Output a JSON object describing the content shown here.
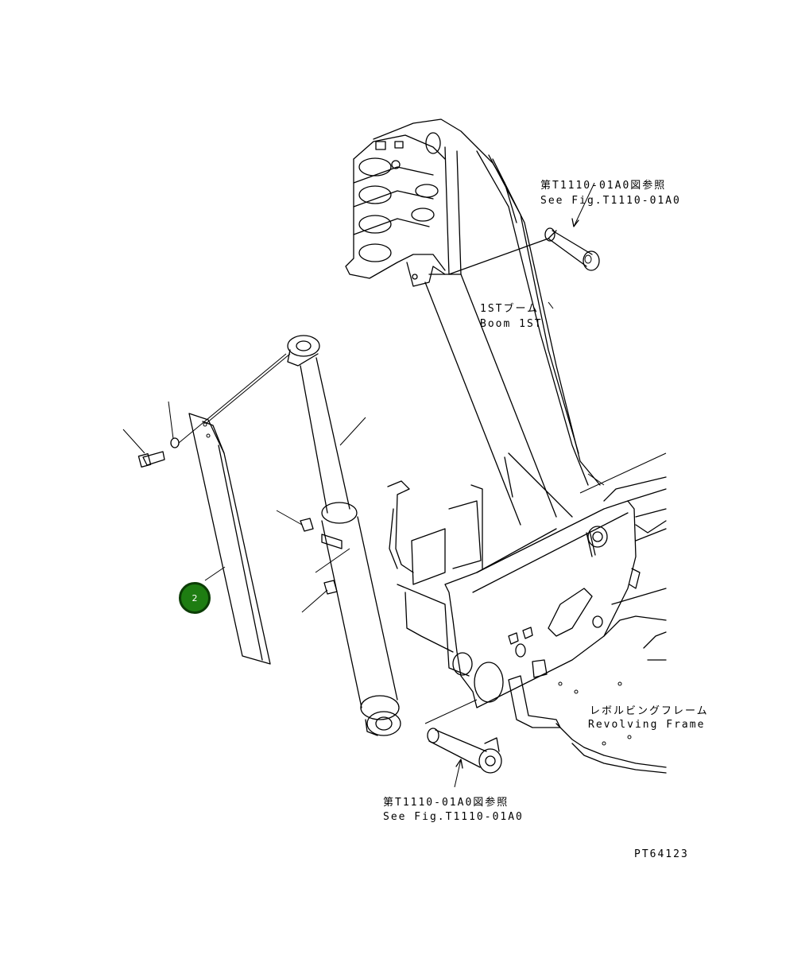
{
  "labels": {
    "ref_top_jp": "第T1110-01A0図参照",
    "ref_top_en": "See Fig.T1110-01A0",
    "boom_jp": "1STブーム",
    "boom_en": "Boom 1ST",
    "frame_jp": "レボルビングフレーム",
    "frame_en": "Revolving Frame",
    "ref_bottom_jp": "第T1110-01A0図参照",
    "ref_bottom_en": "See Fig.T1110-01A0",
    "drawing_no": "PT64123"
  },
  "callouts": [
    {
      "id": "2",
      "color": "#1e7d12"
    }
  ]
}
